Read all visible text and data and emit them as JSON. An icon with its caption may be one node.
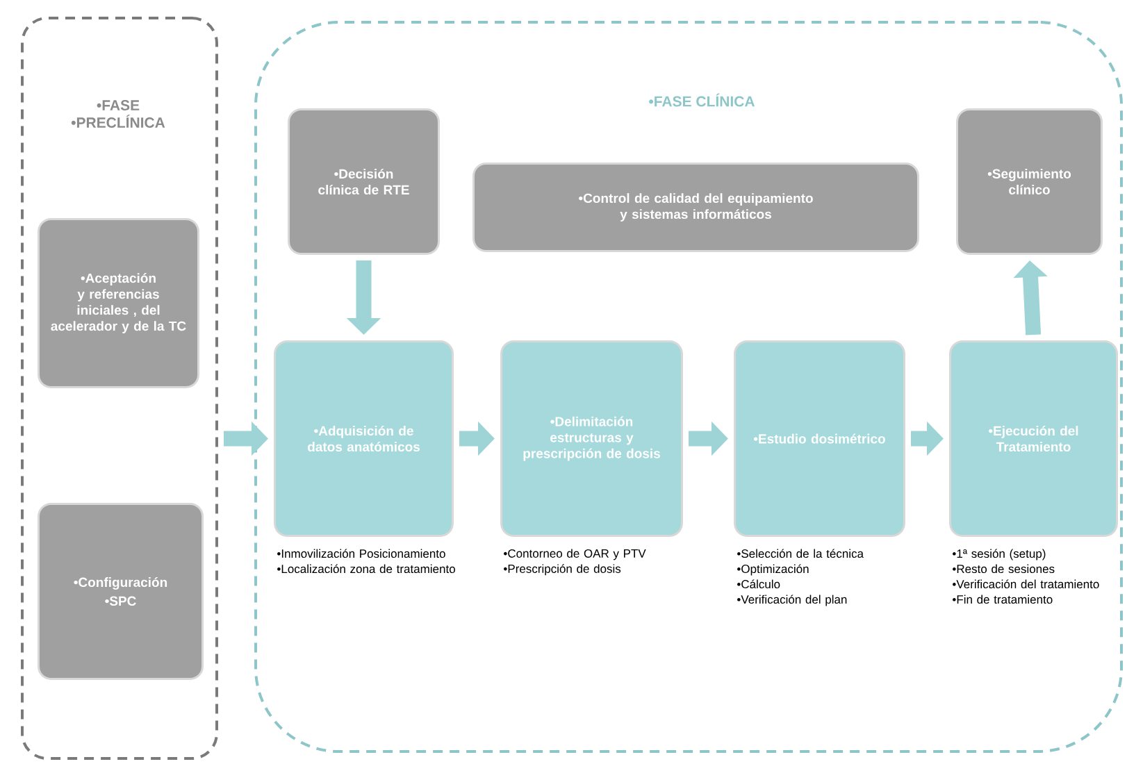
{
  "diagram": {
    "nodes": [
      {
        "text": [
          "•FASE",
          "•PRECLÍNICA"
        ]
      },
      {
        "text": [
          "•Aceptación y referencias iniciales , del acelerador y de la TC"
        ],
        "in": 0
      },
      {
        "text": [
          "•Configuración",
          "•SPC"
        ],
        "in": 0
      },
      {
        "text": [
          "•FASE CLÍNICA"
        ]
      },
      {
        "text": [
          "•Decisión clínica de RTE"
        ],
        "in": 3
      },
      {
        "text": [
          "•Control de calidad del equipamiento y sistemas informáticos"
        ],
        "in": 3
      },
      {
        "text": [
          "•Seguimiento clínico"
        ],
        "in": 3
      },
      {
        "text": [
          "•Adquisición de datos anatómicos"
        ],
        "in": 3,
        "beside": [
          "•Inmovilización Posicionamiento",
          "•Localización zona de tratamiento"
        ]
      },
      {
        "text": [
          "•Delimitación estructuras y prescripción de dosis"
        ],
        "in": 3,
        "beside": [
          "•Contorneo de OAR y PTV",
          "•Prescripción de dosis"
        ]
      },
      {
        "text": [
          "•Estudio dosimétrico"
        ],
        "in": 3,
        "beside": [
          "•Selección de la técnica",
          "•Optimización",
          "•Cálculo",
          "•Verificación del plan"
        ]
      },
      {
        "text": [
          "•Ejecución del Tratamiento"
        ],
        "in": 3,
        "beside": [
          "•1ª sesión (setup)",
          "•Resto de sesiones",
          "•Verificación del tratamiento",
          "•Fin de tratamiento"
        ]
      }
    ],
    "edges": [
      {
        "from": 0,
        "to": 7,
        "arrow": "to"
      },
      {
        "from": 4,
        "to": 7,
        "arrow": "to"
      },
      {
        "from": 7,
        "to": 8,
        "arrow": "to"
      },
      {
        "from": 8,
        "to": 9,
        "arrow": "to"
      },
      {
        "from": 9,
        "to": 10,
        "arrow": "to"
      },
      {
        "from": 10,
        "to": 6,
        "arrow": "to"
      }
    ]
  }
}
